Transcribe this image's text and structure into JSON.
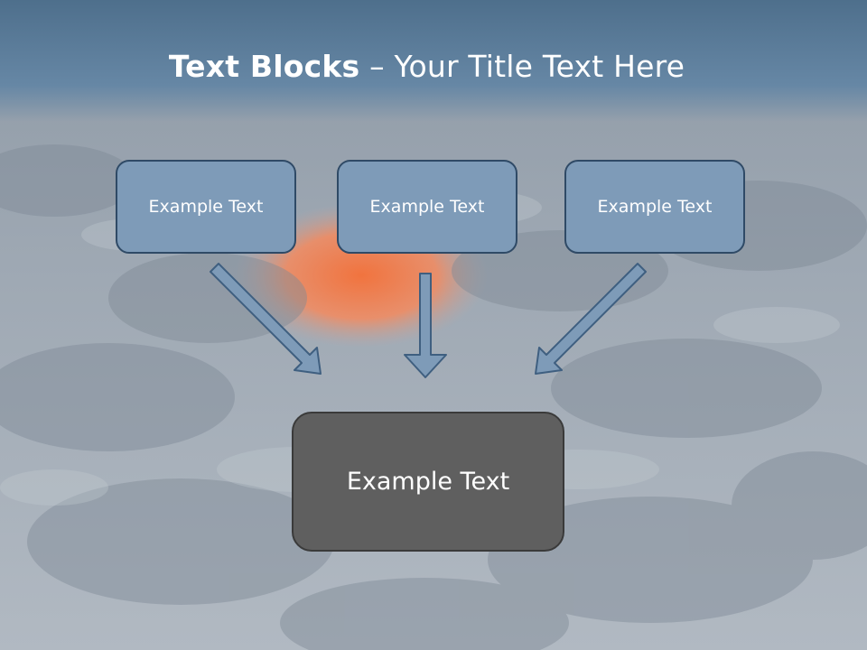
{
  "slide": {
    "title_bold": "Text Blocks",
    "title_dash": " – ",
    "title_rest": "Your Title Text Here"
  },
  "boxes": [
    {
      "label": "Example Text"
    },
    {
      "label": "Example Text"
    },
    {
      "label": "Example Text"
    }
  ],
  "result_box": {
    "label": "Example Text"
  },
  "colors": {
    "title_band": "#5a7b99",
    "box_fill": "#7e9bb8",
    "box_border": "#2f4a66",
    "result_fill": "#5f5f5f",
    "arrow_fill": "#7e9bb8"
  }
}
